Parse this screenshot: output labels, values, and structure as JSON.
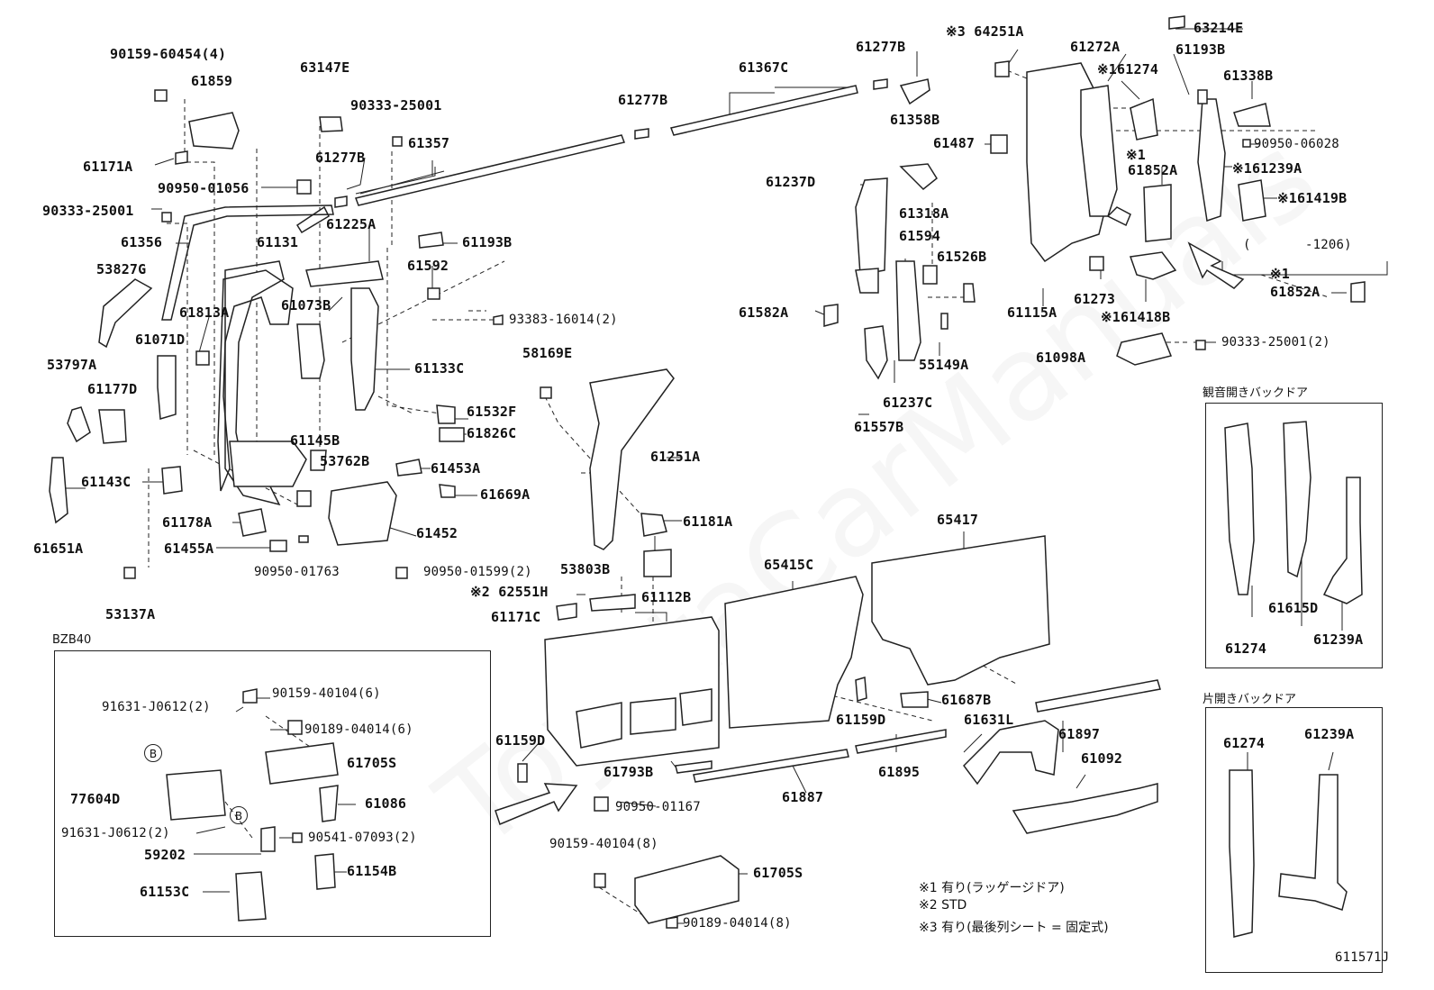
{
  "watermark": "ToyotaCarManuals",
  "diagram_id": "611571J",
  "parts_labels": [
    "90159-60454(4)",
    "61859",
    "63147E",
    "90333-25001",
    "61357",
    "61277B",
    "61367C",
    "61277B",
    "61358B",
    "64251A",
    "61272A",
    "61274",
    "63214E",
    "61193B",
    "61338B",
    "61171A",
    "90950-01056",
    "61277B",
    "90333-25001",
    "61356",
    "61131",
    "61225A",
    "61193B",
    "53827G",
    "61073B",
    "61592",
    "61813A",
    "61071D",
    "93383-16014(2)",
    "53797A",
    "61177D",
    "61133C",
    "58169E",
    "61532F",
    "61826C",
    "61143C",
    "61145B",
    "53762B",
    "61453A",
    "61669A",
    "61651A",
    "61178A",
    "61452",
    "61251A",
    "61181A",
    "61455A",
    "90950-01763",
    "90950-01599(2)",
    "53137A",
    "53803B",
    "62551H",
    "61112B",
    "61171C",
    "65415C",
    "65417",
    "61237D",
    "61318A",
    "61594",
    "61526B",
    "61582A",
    "55149A",
    "61237C",
    "61557B",
    "61487",
    "61115A",
    "61273",
    "61852A",
    "61239A",
    "61419B",
    "90950-06028",
    "61418B",
    "61852A",
    "61098A",
    "90333-25001(2)",
    "-1206)",
    "61159D",
    "61687B",
    "61631L",
    "61897",
    "61092",
    "61159D",
    "61793B",
    "61887",
    "61895",
    "90950-01167",
    "90159-40104(8)",
    "61705S",
    "90189-04014(8)",
    "61274",
    "61615D",
    "61239A",
    "61274",
    "61239A"
  ],
  "bzb40_box": {
    "title": "BZB40",
    "labels": [
      "91631-J0612(2)",
      "90159-40104(6)",
      "90189-04014(6)",
      "61705S",
      "77604D",
      "61086",
      "91631-J0612(2)",
      "90541-07093(2)",
      "59202",
      "61154B",
      "61153C"
    ],
    "circle_mark": "B"
  },
  "kannon_box": {
    "title": "観音開きバックドア"
  },
  "katabiraki_box": {
    "title": "片開きバックドア"
  },
  "footnotes": [
    "※1 有り(ラッゲージドア)",
    "※2 STD",
    "※3 有り(最後列シート = 固定式)"
  ],
  "ref_marks": {
    "mark1": "※1",
    "mark2": "※2",
    "mark3": "※3"
  }
}
